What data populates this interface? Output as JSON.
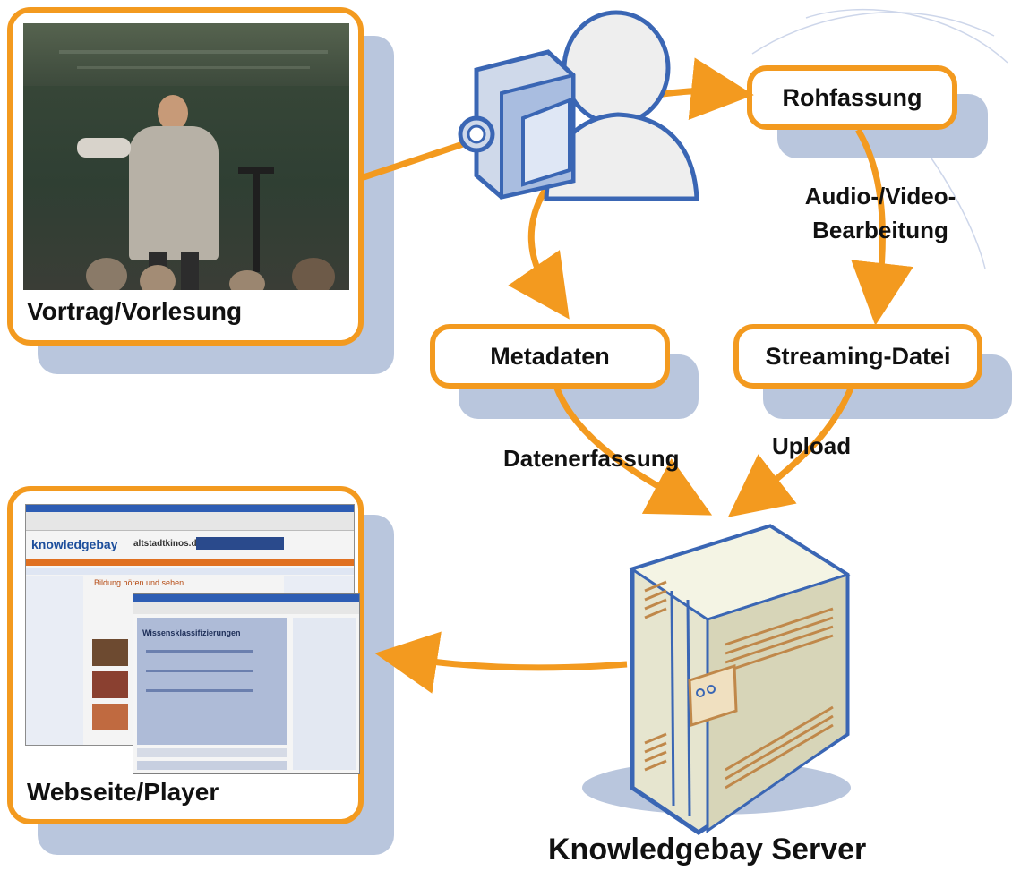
{
  "nodes": {
    "lecture": {
      "label": "Vortrag/Vorlesung"
    },
    "website": {
      "label": "Webseite/Player"
    },
    "raw": {
      "label": "Rohfassung"
    },
    "metadata": {
      "label": "Metadaten"
    },
    "streaming": {
      "label": "Streaming-Datei"
    },
    "server": {
      "label": "Knowledgebay Server"
    }
  },
  "edges": {
    "editing": {
      "line1": "Audio-/Video-",
      "line2": "Bearbeitung"
    },
    "capture": {
      "label": "Datenerfassung"
    },
    "upload": {
      "label": "Upload"
    }
  },
  "screens": {
    "brand": "knowledgebay",
    "banner": "altstadtkinos.de",
    "heading": "Bildung hören und sehen",
    "player_title": "Wissensklassifizierungen"
  },
  "colors": {
    "accent": "#f39a1f",
    "shadow": "#b9c6dd",
    "outline": "#3a66b4"
  }
}
